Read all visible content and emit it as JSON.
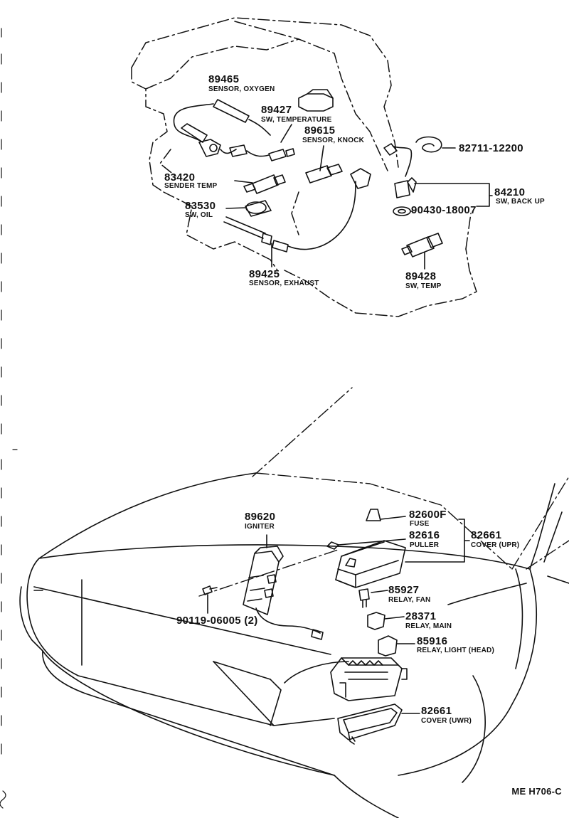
{
  "diagram_code": "ME H706-C",
  "parts": [
    {
      "id": "p89465",
      "number": "89465",
      "name": "SENSOR, OXYGEN"
    },
    {
      "id": "p89427",
      "number": "89427",
      "name": "SW, TEMPERATURE"
    },
    {
      "id": "p89615",
      "number": "89615",
      "name": "SENSOR, KNOCK"
    },
    {
      "id": "p82711",
      "number": "82711-12200",
      "name": ""
    },
    {
      "id": "p83420",
      "number": "83420",
      "name": "SENDER TEMP"
    },
    {
      "id": "p84210",
      "number": "84210",
      "name": "SW, BACK UP"
    },
    {
      "id": "p90430",
      "number": "90430-18007",
      "name": ""
    },
    {
      "id": "p83530",
      "number": "83530",
      "name": "SW, OIL"
    },
    {
      "id": "p89425",
      "number": "89425",
      "name": "SENSOR, EXHAUST"
    },
    {
      "id": "p89428",
      "number": "89428",
      "name": "SW, TEMP"
    },
    {
      "id": "p89620",
      "number": "89620",
      "name": "IGNITER"
    },
    {
      "id": "p82600",
      "number": "82600F",
      "name": "FUSE"
    },
    {
      "id": "p82616",
      "number": "82616",
      "name": "PULLER"
    },
    {
      "id": "p82661u",
      "number": "82661",
      "name": "COVER (UPR)"
    },
    {
      "id": "p85927",
      "number": "85927",
      "name": "RELAY, FAN"
    },
    {
      "id": "p90119",
      "number": "90119-06005 (2)",
      "name": ""
    },
    {
      "id": "p28371",
      "number": "28371",
      "name": "RELAY, MAIN"
    },
    {
      "id": "p85916",
      "number": "85916",
      "name": "RELAY, LIGHT (HEAD)"
    },
    {
      "id": "p82661l",
      "number": "82661",
      "name": "COVER (UWR)"
    }
  ]
}
